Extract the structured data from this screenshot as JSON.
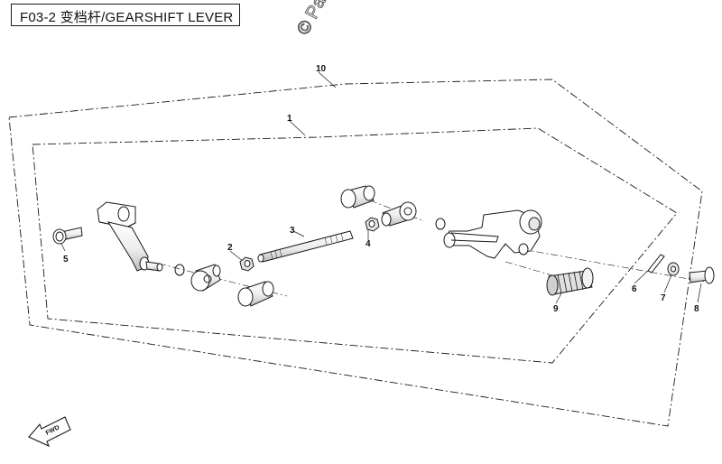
{
  "header": {
    "code": "F03-2",
    "title": "变档杆/GEARSHIFT LEVER"
  },
  "watermark": {
    "text": "© Partz"
  },
  "callouts": {
    "c1": "1",
    "c2": "2",
    "c3": "3",
    "c4": "4",
    "c5": "5",
    "c6": "6",
    "c7": "7",
    "c8": "8",
    "c9": "9",
    "c10": "10"
  },
  "direction_badge": {
    "text": "FWD"
  },
  "colors": {
    "line": "#1a1a1a",
    "part_fill": "#ffffff",
    "shade": "#d9d9d9"
  }
}
